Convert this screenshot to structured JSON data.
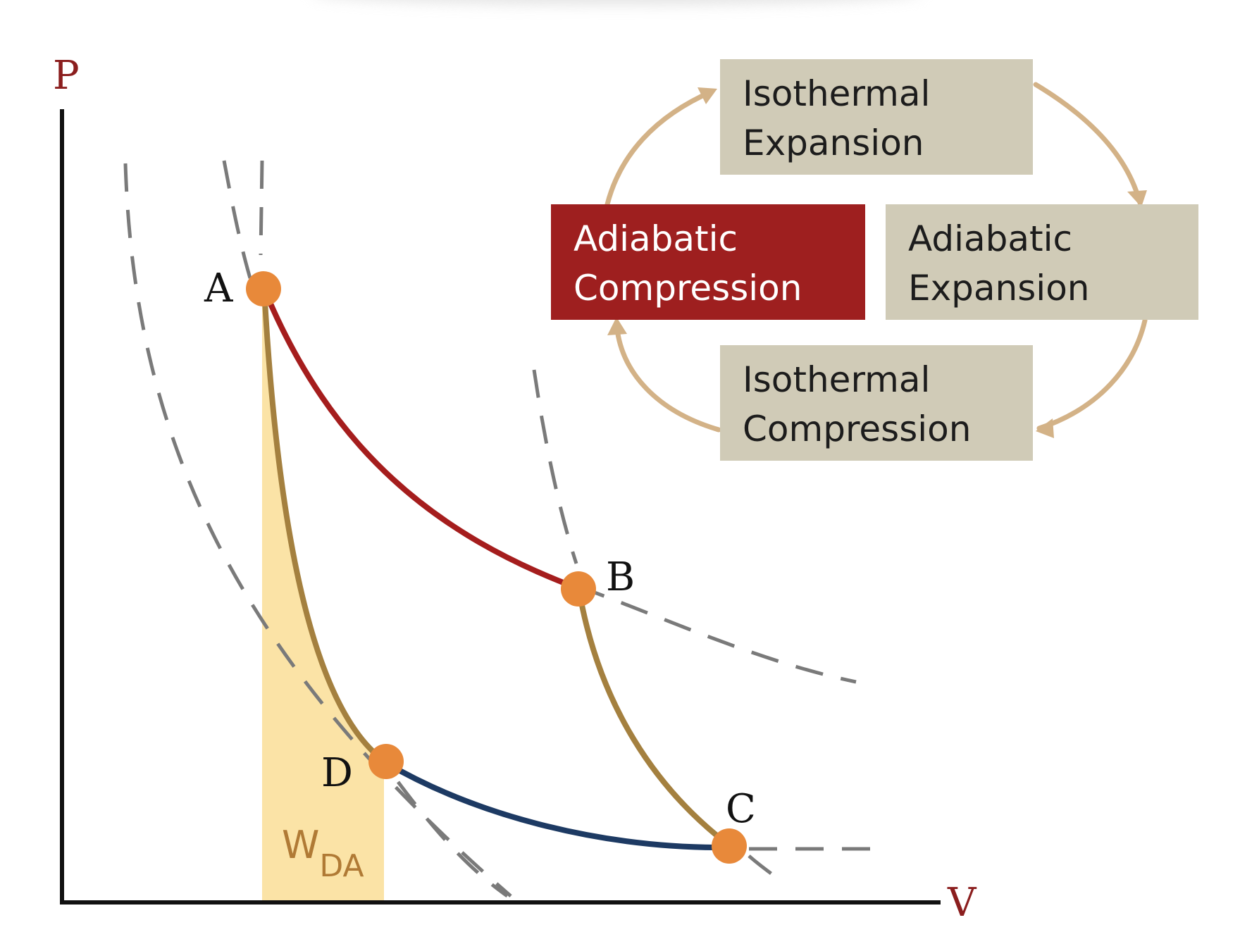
{
  "axes": {
    "y_label": "P",
    "x_label": "V"
  },
  "points": [
    {
      "id": "A",
      "label": "A"
    },
    {
      "id": "B",
      "label": "B"
    },
    {
      "id": "C",
      "label": "C"
    },
    {
      "id": "D",
      "label": "D"
    }
  ],
  "work_label": {
    "main": "W",
    "sub": "DA"
  },
  "cycle": {
    "isothermal_expansion": [
      "Isothermal",
      "Expansion"
    ],
    "adiabatic_expansion": [
      "Adiabatic",
      "Expansion"
    ],
    "isothermal_compression": [
      "Isothermal",
      "Compression"
    ],
    "adiabatic_compression": [
      "Adiabatic",
      "Compression"
    ],
    "active_step": "adiabatic_compression"
  },
  "colors": {
    "axis": "#111111",
    "axis_label": "#8b1e1e",
    "isothermal_hot": "#a51d1d",
    "isothermal_cold": "#1d3a63",
    "adiabat": "#a4803f",
    "work_fill": "#fbe3a6",
    "point": "#e8893a",
    "dashed": "#7a7a7a",
    "box": "#d0cbb7",
    "box_active": "#9e1f1f",
    "cycle_arrow": "#d3b287"
  }
}
